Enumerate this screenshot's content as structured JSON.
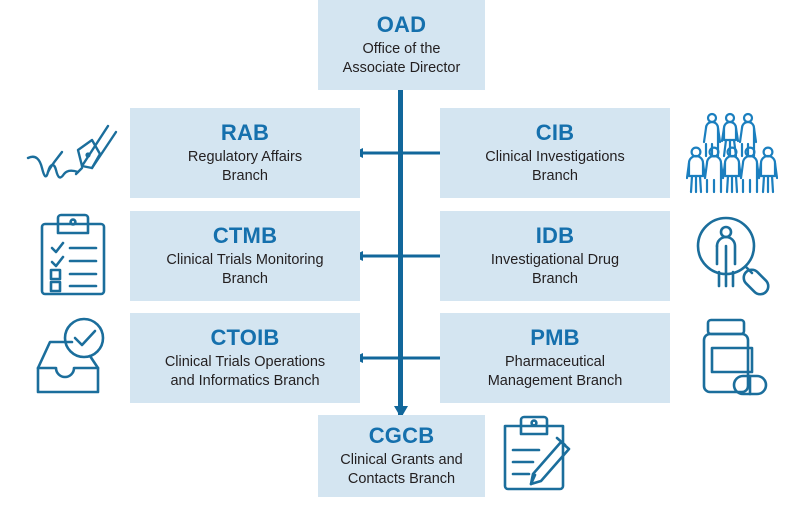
{
  "diagram": {
    "type": "organizational-chart",
    "theme": {
      "box_fill": "#d4e5f1",
      "heading_color": "#1570ad",
      "body_text_color": "#231f20",
      "connector_color": "#11679b",
      "icon_color": "#1b6e9c",
      "background": "#ffffff"
    },
    "root": {
      "code": "OAD",
      "name": "Office of the\nAssociate Director",
      "name_line1": "Office of the",
      "name_line2": "Associate Director"
    },
    "branches": [
      {
        "code": "RAB",
        "name_line1": "Regulatory Affairs",
        "name_line2": "Branch",
        "side": "left",
        "row": 1,
        "icon": "signature-pen-icon"
      },
      {
        "code": "CIB",
        "name_line1": "Clinical Investigations",
        "name_line2": "Branch",
        "side": "right",
        "row": 1,
        "icon": "people-group-icon"
      },
      {
        "code": "CTMB",
        "name_line1": "Clinical Trials Monitoring",
        "name_line2": "Branch",
        "side": "left",
        "row": 2,
        "icon": "clipboard-checklist-icon"
      },
      {
        "code": "IDB",
        "name_line1": "Investigational Drug",
        "name_line2": "Branch",
        "side": "right",
        "row": 2,
        "icon": "person-magnifier-icon"
      },
      {
        "code": "CTOIB",
        "name_line1": "Clinical Trials Operations",
        "name_line2": "and Informatics Branch",
        "side": "left",
        "row": 3,
        "icon": "inbox-check-icon"
      },
      {
        "code": "PMB",
        "name_line1": "Pharmaceutical",
        "name_line2": "Management Branch",
        "side": "right",
        "row": 3,
        "icon": "pill-bottle-icon"
      }
    ],
    "bottom": {
      "code": "CGCB",
      "name_line1": "Clinical Grants and",
      "name_line2": "Contacts Branch",
      "icon": "clipboard-pencil-icon"
    },
    "connectors": {
      "trunk": "vertical-line-from-root-to-bottom",
      "row_arrows": "bidirectional-horizontal",
      "bottom_arrow": "downward-arrowhead"
    }
  }
}
